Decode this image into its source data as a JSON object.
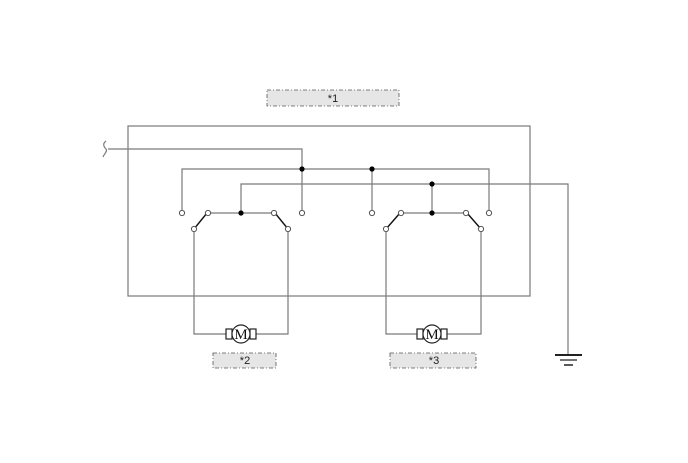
{
  "diagram": {
    "type": "wiring-schematic",
    "labels": {
      "component_1": "*1",
      "motor_1": "*2",
      "motor_2": "*3"
    },
    "motors": [
      {
        "id": "motor-1",
        "symbol": "M",
        "callout": "*2"
      },
      {
        "id": "motor-2",
        "symbol": "M",
        "callout": "*3"
      }
    ],
    "switches": [
      {
        "id": "switch-assembly-1",
        "contacts": 2,
        "poles": "double-throw pair"
      },
      {
        "id": "switch-assembly-2",
        "contacts": 2,
        "poles": "double-throw pair"
      }
    ],
    "ground": {
      "symbol": "ground"
    },
    "colors": {
      "wire": "#7a7a7a",
      "contact": "#111111",
      "label_fill": "#e6e6e6"
    }
  }
}
